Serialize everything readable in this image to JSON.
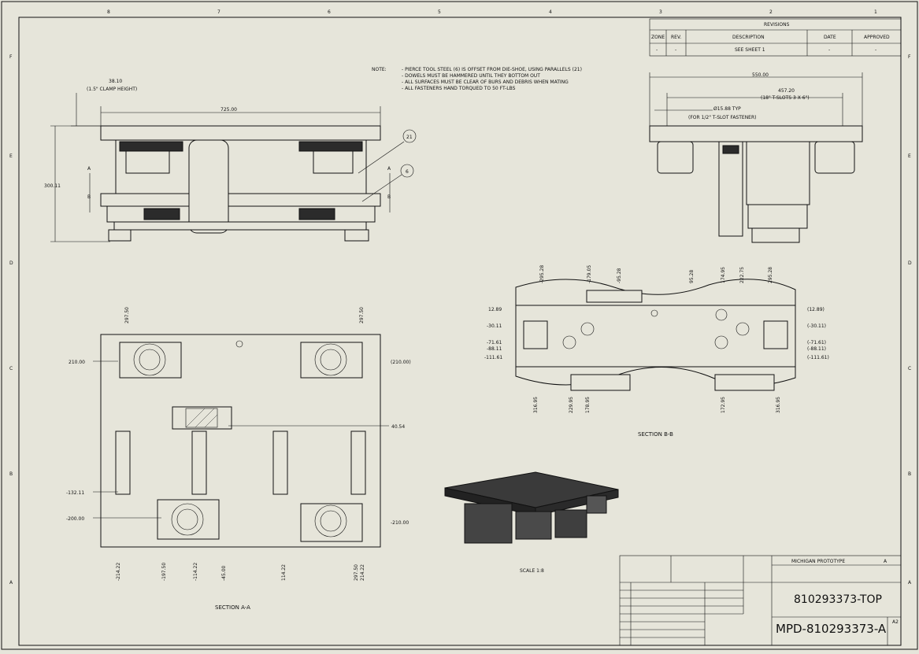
{
  "border": {
    "top_numbers": [
      "8",
      "7",
      "6",
      "5",
      "4",
      "3",
      "2",
      "1"
    ],
    "side_letters": [
      "F",
      "E",
      "D",
      "C",
      "B",
      "A"
    ]
  },
  "revisions": {
    "title": "REVISIONS",
    "headers": [
      "ZONE",
      "REV.",
      "DESCRIPTION",
      "DATE",
      "APPROVED"
    ],
    "row": [
      "-",
      "-",
      "SEE SHEET 1",
      "-",
      "-"
    ]
  },
  "notes": {
    "label": "NOTE:",
    "lines": [
      "- PIERCE TOOL STEEL (6) IS OFFSET FROM DIE-SHOE, USING PARALLELS (21)",
      "- DOWELS MUST BE HAMMERED UNTIL THEY BOTTOM OUT",
      "- ALL SURFACES MUST BE CLEAR OF BURS AND DEBRIS WHEN MATING",
      "- ALL FASTENERS HAND TORQUED TO 50 FT-LBS"
    ]
  },
  "front_view": {
    "clamp_dim": "38.10",
    "clamp_note": "(1.5\" CLAMP HEIGHT)",
    "width_dim": "725.00",
    "height_dim": "300.11",
    "balloons": [
      "21",
      "6"
    ],
    "section_letters": [
      "A",
      "B",
      "A",
      "B"
    ]
  },
  "side_view": {
    "width_dim": "550.00",
    "slot_dim": "457.20",
    "slot_note": "(18\" T-SLOTS 3 X 6\")",
    "hole_dim": "Ø15.88 TYP",
    "hole_note": "(FOR 1/2\" T-SLOT FASTENER)"
  },
  "section_aa": {
    "label": "SECTION A-A",
    "top_dims": [
      "297.50",
      "297.50"
    ],
    "left_dims": [
      "210.00",
      "-132.11",
      "-200.00"
    ],
    "right_dims": [
      "(210.00)",
      "40.54",
      "-210.00"
    ],
    "bottom_dims": [
      "-214.22",
      "-197.50",
      "-114.22",
      "-45.00",
      "114.22",
      "297.50",
      "214.22"
    ]
  },
  "section_bb": {
    "label": "SECTION B-B",
    "top_dims": [
      "-295.28",
      "-179.05",
      "-95.28",
      "95.28",
      "174.95",
      "222.75",
      "295.28"
    ],
    "left_dims": [
      "12.89",
      "-30.11",
      "-71.61",
      "-88.11",
      "-111.61"
    ],
    "right_dims": [
      "(12.89)",
      "(-30.11)",
      "(-71.61)",
      "(-88.11)",
      "(-111.61)"
    ],
    "bottom_dims": [
      "316.95",
      "229.95",
      "178.95",
      "172.95",
      "316.95"
    ]
  },
  "iso_view": {
    "label": "SCALE 1:8"
  },
  "title_block": {
    "part_number": "810293373-TOP",
    "drawing_number": "MPD-810293373-A",
    "sheet_size": "A2",
    "rev": "A",
    "company": "MICHIGAN PROTOTYPE"
  },
  "colors": {
    "paper": "#e6e5da",
    "line": "#111111"
  }
}
